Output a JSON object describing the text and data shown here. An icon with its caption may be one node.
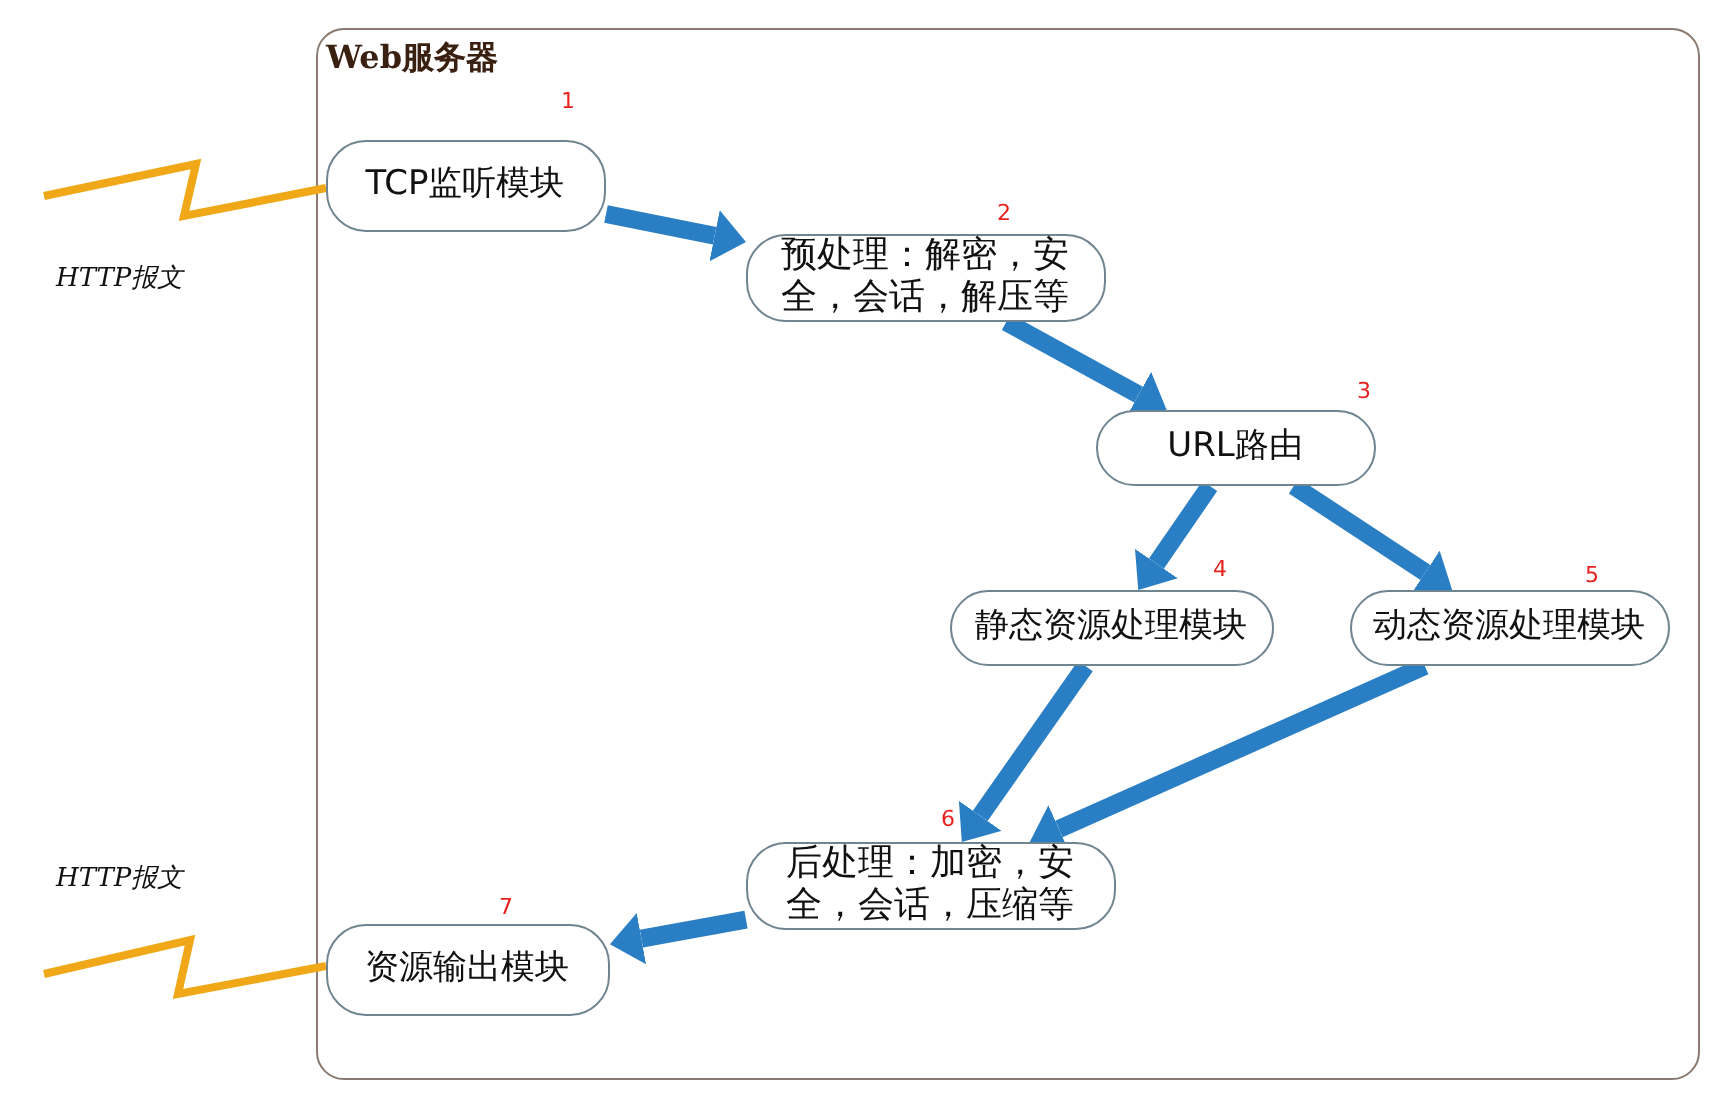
{
  "diagram": {
    "nodes": [
      {
        "text": [
          "Web服务器"
        ]
      },
      {
        "text": [
          "TCP监听模块"
        ],
        "in": 0,
        "beside": [
          "1"
        ]
      },
      {
        "text": [
          "预处理：解密，安全，会话，解压等"
        ],
        "in": 0,
        "beside": [
          "2"
        ]
      },
      {
        "text": [
          "URL路由"
        ],
        "in": 0,
        "beside": [
          "3"
        ]
      },
      {
        "text": [
          "静态资源处理模块"
        ],
        "in": 0,
        "beside": [
          "4"
        ]
      },
      {
        "text": [
          "动态资源处理模块"
        ],
        "in": 0,
        "beside": [
          "5"
        ]
      },
      {
        "text": [
          "后处理：加密，安全，会话，压缩等"
        ],
        "in": 0,
        "beside": [
          "6"
        ]
      },
      {
        "text": [
          "资源输出模块"
        ],
        "in": 0,
        "beside": [
          "7"
        ]
      }
    ],
    "edges": [
      {
        "from": 1,
        "to": 2,
        "arrow": "to"
      },
      {
        "from": 2,
        "to": 3,
        "arrow": "to"
      },
      {
        "from": 3,
        "to": 4,
        "arrow": "to"
      },
      {
        "from": 3,
        "to": 5,
        "arrow": "to"
      },
      {
        "from": 4,
        "to": 6,
        "arrow": "to"
      },
      {
        "from": 5,
        "to": 6,
        "arrow": "to"
      },
      {
        "from": 6,
        "to": 7,
        "arrow": "to"
      },
      {
        "from": null,
        "to": 1,
        "arrow": "none",
        "label": "HTTP报文",
        "color": "#f0a818"
      },
      {
        "from": null,
        "to": 7,
        "arrow": "none",
        "label": "HTTP报文",
        "color": "#f0a818"
      }
    ]
  }
}
